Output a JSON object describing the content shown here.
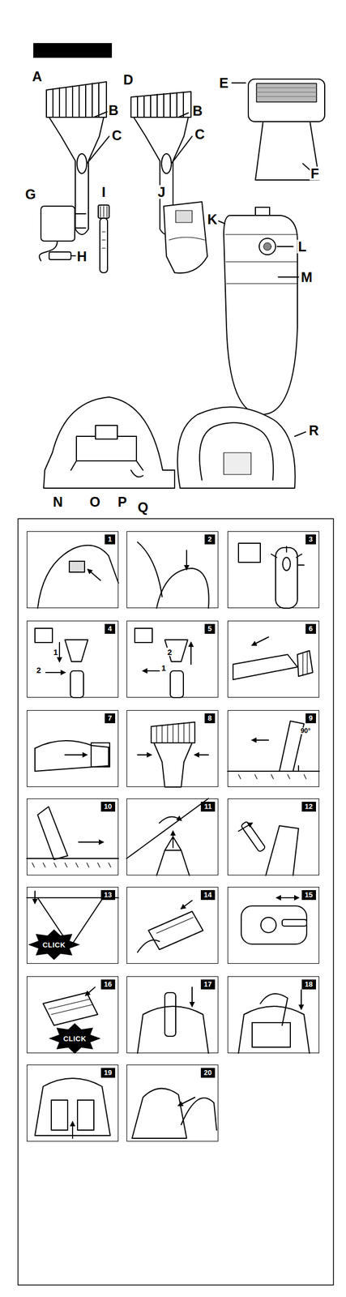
{
  "diagram": {
    "nodes": [
      {
        "text": [
          "1"
        ]
      },
      {
        "text": [
          "2"
        ]
      },
      {
        "text": [
          "3"
        ]
      },
      {
        "text": [
          "4"
        ]
      },
      {
        "text": [
          "5"
        ]
      },
      {
        "text": [
          "6"
        ]
      },
      {
        "text": [
          "7"
        ]
      },
      {
        "text": [
          "8"
        ]
      },
      {
        "text": [
          "9"
        ]
      },
      {
        "text": [
          "10"
        ]
      },
      {
        "text": [
          "11"
        ]
      },
      {
        "text": [
          "12"
        ]
      },
      {
        "text": [
          "13"
        ]
      },
      {
        "text": [
          "14"
        ]
      },
      {
        "text": [
          "15"
        ]
      },
      {
        "text": [
          "16"
        ]
      },
      {
        "text": [
          "17"
        ]
      },
      {
        "text": [
          "18"
        ]
      },
      {
        "text": [
          "19"
        ]
      },
      {
        "text": [
          "20"
        ]
      }
    ],
    "labels": [
      "A",
      "B",
      "C",
      "D",
      "B",
      "C",
      "E",
      "F",
      "G",
      "H",
      "I",
      "J",
      "K",
      "L",
      "M",
      "N",
      "O",
      "P",
      "Q",
      "R",
      "1",
      "2",
      "2",
      "1",
      "90°",
      "CLICK",
      "CLICK"
    ]
  }
}
